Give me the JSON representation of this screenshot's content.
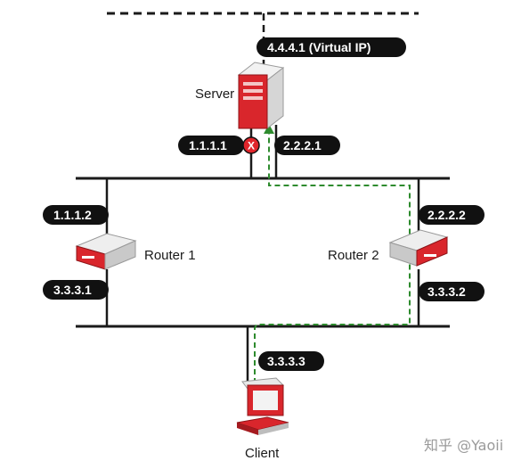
{
  "nodes": {
    "server": "Server",
    "router1": "Router 1",
    "router2": "Router 2",
    "client": "Client"
  },
  "addresses": {
    "virtual_ip": "4.4.4.1 (Virtual IP)",
    "server_left": "1.1.1.1",
    "server_right": "2.2.2.1",
    "router1_top": "1.1.1.2",
    "router1_bottom": "3.3.3.1",
    "router2_top": "2.2.2.2",
    "router2_bottom": "3.3.3.2",
    "client": "3.3.3.3"
  },
  "failed_marker": "X",
  "watermark": "知乎 @Yaoii",
  "colors": {
    "label_bg": "#111111",
    "device_red": "#d9262c",
    "failed_red": "#e0252b",
    "path_green": "#2e8b2e",
    "line": "#1a1a1a"
  }
}
